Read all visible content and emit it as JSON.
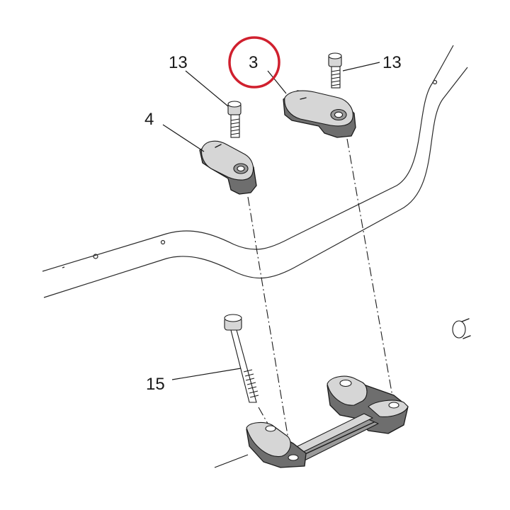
{
  "diagram": {
    "callouts": {
      "c13_left": "13",
      "c13_right": "13",
      "c3": "3",
      "c4": "4",
      "c15": "15"
    },
    "highlight_color": "#d0202e",
    "line_color": "#1a1a1a"
  }
}
